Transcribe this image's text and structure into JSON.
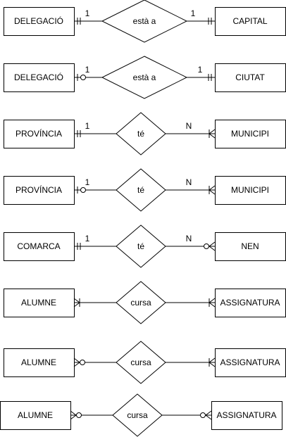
{
  "diagram": {
    "rows": [
      {
        "left": "DELEGACIÓ",
        "relation": "està a",
        "right": "CAPITAL",
        "left_card": "1",
        "right_card": "1",
        "left_notation": "one-mandatory",
        "right_notation": "one-mandatory"
      },
      {
        "left": "DELEGACIÓ",
        "relation": "està a",
        "right": "CIUTAT",
        "left_card": "1",
        "right_card": "1",
        "left_notation": "one-optional",
        "right_notation": "one-mandatory"
      },
      {
        "left": "PROVÍNCIA",
        "relation": "té",
        "right": "MUNICIPI",
        "left_card": "1",
        "right_card": "N",
        "left_notation": "one-mandatory",
        "right_notation": "many-mandatory"
      },
      {
        "left": "PROVÍNCIA",
        "relation": "té",
        "right": "MUNICIPI",
        "left_card": "1",
        "right_card": "N",
        "left_notation": "one-optional",
        "right_notation": "many-mandatory"
      },
      {
        "left": "COMARCA",
        "relation": "té",
        "right": "NEN",
        "left_card": "1",
        "right_card": "N",
        "left_notation": "one-mandatory",
        "right_notation": "many-optional"
      },
      {
        "left": "ALUMNE",
        "relation": "cursa",
        "right": "ASSIGNATURA",
        "left_card": "",
        "right_card": "",
        "left_notation": "many-mandatory",
        "right_notation": "many-mandatory"
      },
      {
        "left": "ALUMNE",
        "relation": "cursa",
        "right": "ASSIGNATURA",
        "left_card": "",
        "right_card": "",
        "left_notation": "many-optional",
        "right_notation": "many-mandatory"
      },
      {
        "left": "ALUMNE",
        "relation": "cursa",
        "right": "ASSIGNATURA",
        "left_card": "",
        "right_card": "",
        "left_notation": "many-optional",
        "right_notation": "many-optional"
      }
    ]
  }
}
